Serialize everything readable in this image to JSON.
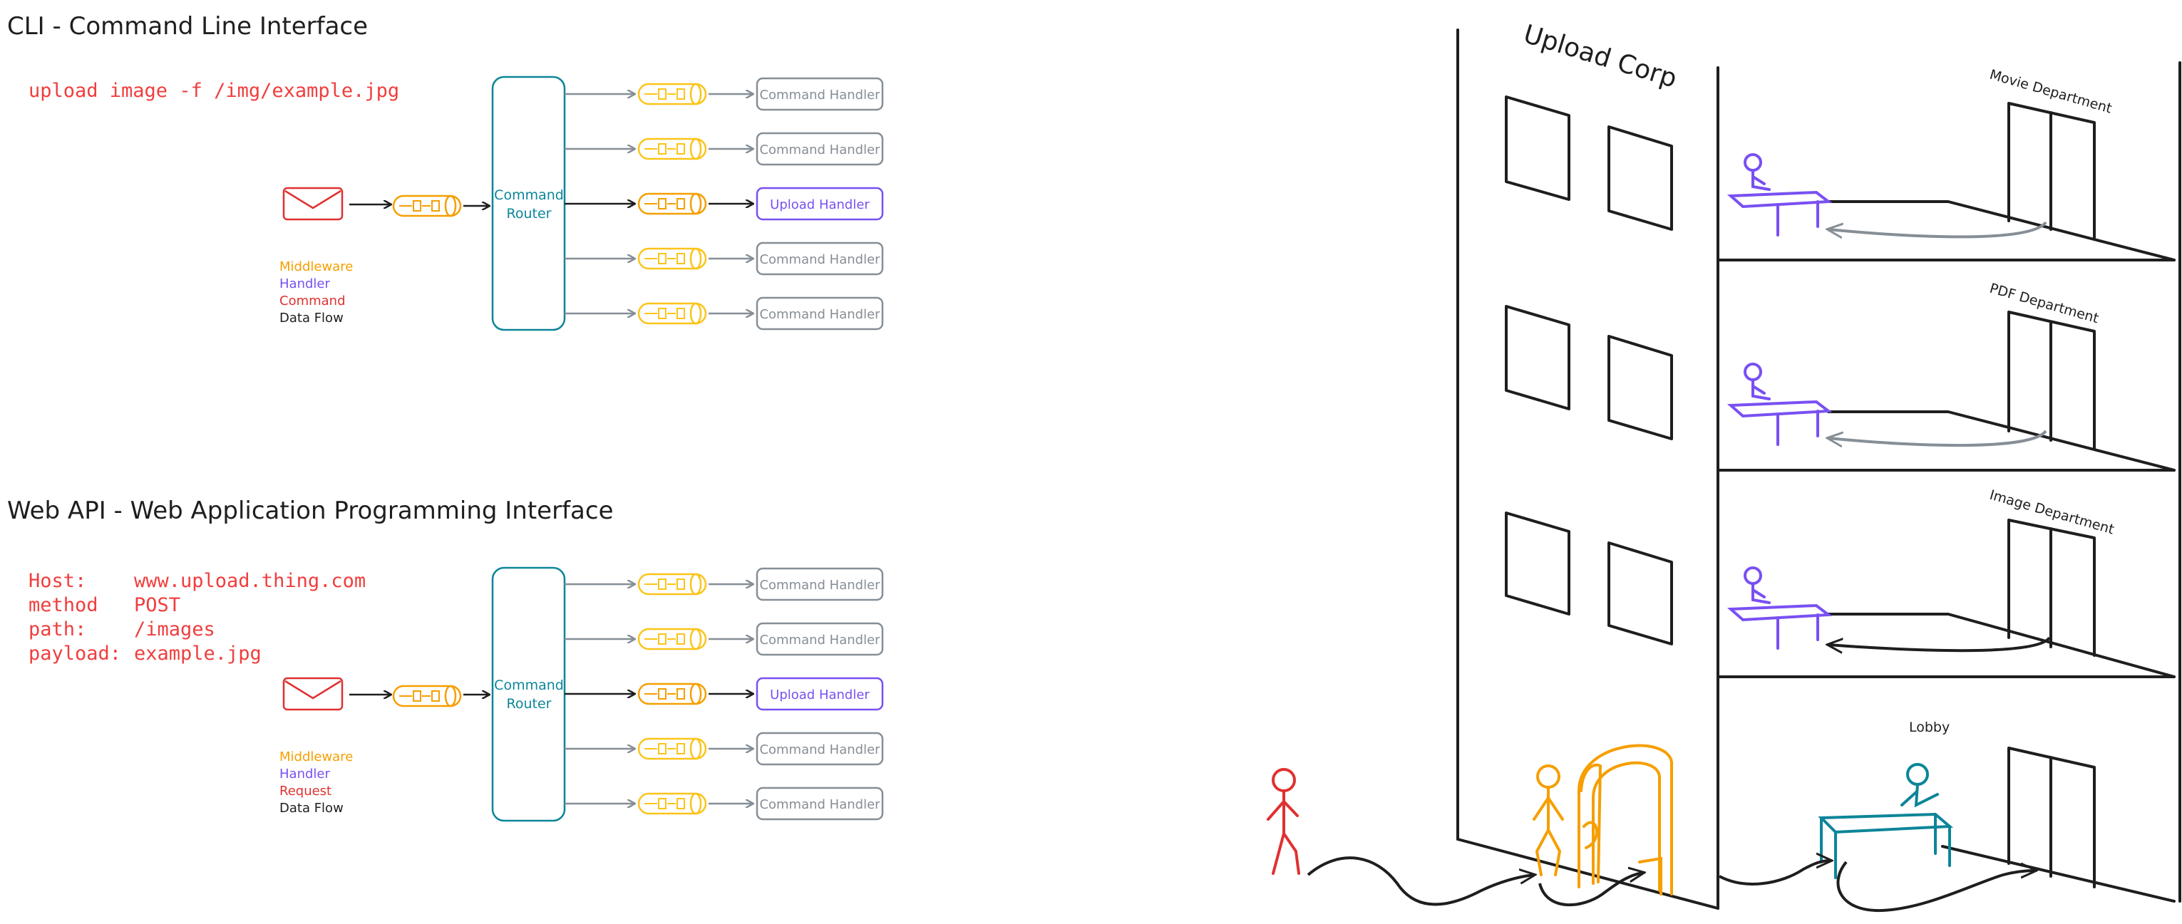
{
  "colors": {
    "black": "#1e1e1e",
    "red": "#e03131",
    "code_red": "#f03e3e",
    "orange": "#f59f00",
    "yellow": "#fcc419",
    "violet": "#7950f2",
    "teal": "#0c8599",
    "gray": "#868e96"
  },
  "cli": {
    "title": "CLI - Command Line Interface",
    "command": "upload image -f /img/example.jpg",
    "router_line1": "Command",
    "router_line2": "Router",
    "handlers": [
      "Command Handler",
      "Command Handler",
      "Upload Handler",
      "Command Handler",
      "Command Handler"
    ],
    "legend": {
      "middleware": "Middleware",
      "handler": "Handler",
      "command": "Command",
      "flow": "Data Flow"
    },
    "icons": {
      "message": "envelope-icon",
      "middleware": "pipe-icon"
    }
  },
  "web": {
    "title": "Web API - Web Application Programming Interface",
    "request_lines": [
      {
        "key": "Host:",
        "value": "www.upload.thing.com"
      },
      {
        "key": "method",
        "value": "POST"
      },
      {
        "key": "path:",
        "value": "/images"
      },
      {
        "key": "payload:",
        "value": "example.jpg"
      }
    ],
    "router_line1": "Command",
    "router_line2": "Router",
    "handlers": [
      "Command Handler",
      "Command Handler",
      "Upload Handler",
      "Command Handler",
      "Command Handler"
    ],
    "legend": {
      "middleware": "Middleware",
      "handler": "Handler",
      "request": "Request",
      "flow": "Data Flow"
    }
  },
  "building": {
    "name": "Upload Corp",
    "departments": [
      "Movie Department",
      "PDF Department",
      "Image Department",
      "Lobby"
    ],
    "icons": {
      "visitor": "walking-person-icon",
      "guard": "security-guard-icon",
      "gate": "security-gate-icon",
      "clerk": "clerk-at-desk-icon",
      "door": "double-door-icon"
    }
  }
}
